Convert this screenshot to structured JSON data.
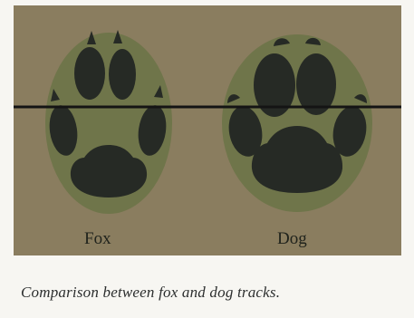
{
  "figure": {
    "labels": {
      "fox": "Fox",
      "dog": "Dog"
    },
    "colors": {
      "background": "#8a7d5f",
      "track_halo": "#6f754a",
      "pad": "#262a25",
      "line": "#141414"
    }
  },
  "caption": "Comparison between fox and dog tracks."
}
